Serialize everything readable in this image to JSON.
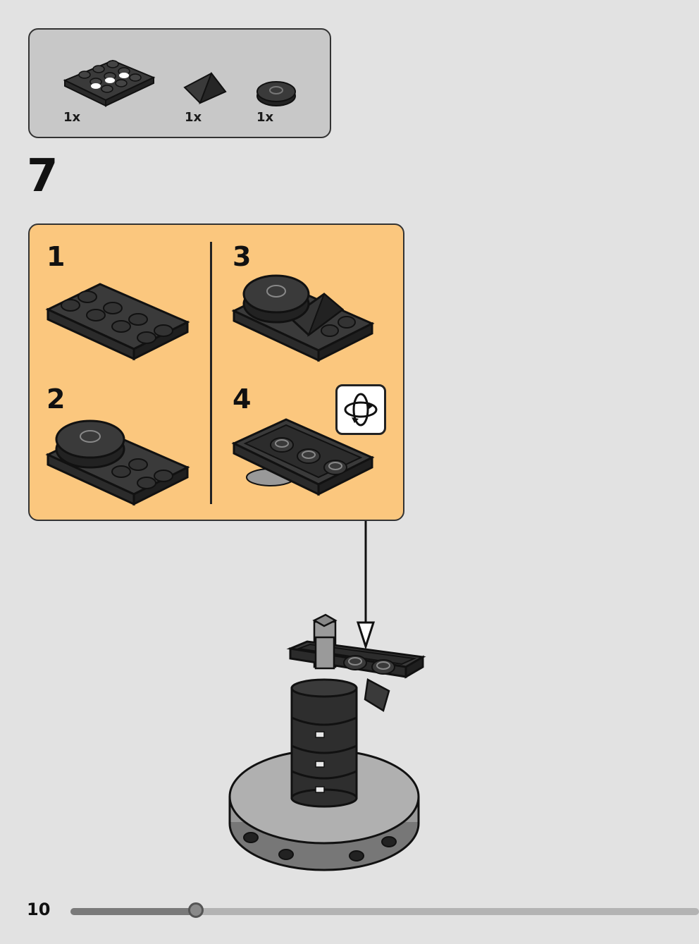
{
  "parts_list": {
    "items": [
      {
        "name": "plate-2x4-icon",
        "quantity": "1x"
      },
      {
        "name": "slope-brick-icon",
        "quantity": "1x"
      },
      {
        "name": "round-tile-icon",
        "quantity": "1x"
      }
    ]
  },
  "step": {
    "number": "7",
    "substeps": [
      "1",
      "2",
      "3",
      "4"
    ]
  },
  "footer": {
    "page_number": "10",
    "progress": 0.2
  },
  "colors": {
    "page_bg": "#e2e2e2",
    "parts_bg": "#c8c8c8",
    "substep_bg": "#fbc77e",
    "brick": "#3a3a3a",
    "base_gray": "#a8a8a8"
  }
}
